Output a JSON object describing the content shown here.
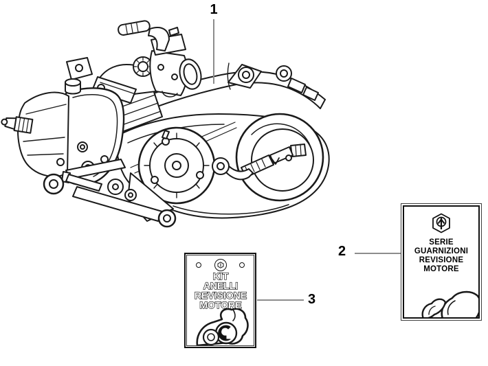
{
  "page": {
    "type": "engine-parts-diagram",
    "background": "#ffffff"
  },
  "colors": {
    "ink": "#1a1a1a",
    "callout_line": "#8c8c8c"
  },
  "illustration": {
    "name": "scooter-engine-assembly-line-art"
  },
  "callouts": {
    "engine": {
      "label": "1"
    },
    "gasket_kit": {
      "label": "2"
    },
    "ring_kit": {
      "label": "3"
    }
  },
  "gasket_kit_box": {
    "logo_icon": "piaggio-hexagon-logo",
    "title_lines": [
      "SERIE",
      "GUARNIZIONI",
      "REVISIONE",
      "MOTORE"
    ]
  },
  "ring_kit_box": {
    "emblem_icon": "piaggio-hexagon-logo-small",
    "title_lines": [
      "KIT",
      "ANELLI",
      "REVISIONE",
      "MOTORE"
    ]
  }
}
